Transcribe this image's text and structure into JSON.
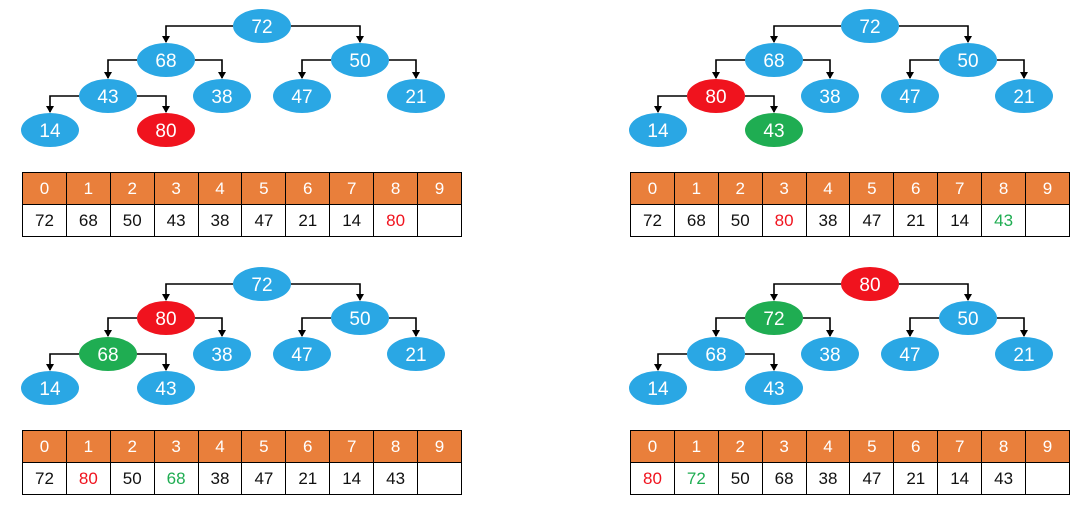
{
  "colors": {
    "node_default": "#2aa7e4",
    "node_moved": "#f0131e",
    "node_swapped": "#1fad52",
    "index_header": "#e97f3b",
    "text_default": "#111111",
    "text_moved": "#f0131e",
    "text_swapped": "#1fad52"
  },
  "panels": [
    {
      "tree": [
        {
          "label": "72",
          "state": "default"
        },
        {
          "label": "68",
          "state": "default"
        },
        {
          "label": "50",
          "state": "default"
        },
        {
          "label": "43",
          "state": "default"
        },
        {
          "label": "38",
          "state": "default"
        },
        {
          "label": "47",
          "state": "default"
        },
        {
          "label": "21",
          "state": "default"
        },
        {
          "label": "14",
          "state": "default"
        },
        {
          "label": "80",
          "state": "moved"
        }
      ],
      "array": {
        "indices": [
          "0",
          "1",
          "2",
          "3",
          "4",
          "5",
          "6",
          "7",
          "8",
          "9"
        ],
        "values": [
          "72",
          "68",
          "50",
          "43",
          "38",
          "47",
          "21",
          "14",
          "80",
          ""
        ],
        "states": [
          "default",
          "default",
          "default",
          "default",
          "default",
          "default",
          "default",
          "default",
          "moved",
          "default"
        ]
      }
    },
    {
      "tree": [
        {
          "label": "72",
          "state": "default"
        },
        {
          "label": "68",
          "state": "default"
        },
        {
          "label": "50",
          "state": "default"
        },
        {
          "label": "80",
          "state": "moved"
        },
        {
          "label": "38",
          "state": "default"
        },
        {
          "label": "47",
          "state": "default"
        },
        {
          "label": "21",
          "state": "default"
        },
        {
          "label": "14",
          "state": "default"
        },
        {
          "label": "43",
          "state": "swapped"
        }
      ],
      "array": {
        "indices": [
          "0",
          "1",
          "2",
          "3",
          "4",
          "5",
          "6",
          "7",
          "8",
          "9"
        ],
        "values": [
          "72",
          "68",
          "50",
          "80",
          "38",
          "47",
          "21",
          "14",
          "43",
          ""
        ],
        "states": [
          "default",
          "default",
          "default",
          "moved",
          "default",
          "default",
          "default",
          "default",
          "swapped",
          "default"
        ]
      }
    },
    {
      "tree": [
        {
          "label": "72",
          "state": "default"
        },
        {
          "label": "80",
          "state": "moved"
        },
        {
          "label": "50",
          "state": "default"
        },
        {
          "label": "68",
          "state": "swapped"
        },
        {
          "label": "38",
          "state": "default"
        },
        {
          "label": "47",
          "state": "default"
        },
        {
          "label": "21",
          "state": "default"
        },
        {
          "label": "14",
          "state": "default"
        },
        {
          "label": "43",
          "state": "default"
        }
      ],
      "array": {
        "indices": [
          "0",
          "1",
          "2",
          "3",
          "4",
          "5",
          "6",
          "7",
          "8",
          "9"
        ],
        "values": [
          "72",
          "80",
          "50",
          "68",
          "38",
          "47",
          "21",
          "14",
          "43",
          ""
        ],
        "states": [
          "default",
          "moved",
          "default",
          "swapped",
          "default",
          "default",
          "default",
          "default",
          "default",
          "default"
        ]
      }
    },
    {
      "tree": [
        {
          "label": "80",
          "state": "moved"
        },
        {
          "label": "72",
          "state": "swapped"
        },
        {
          "label": "50",
          "state": "default"
        },
        {
          "label": "68",
          "state": "default"
        },
        {
          "label": "38",
          "state": "default"
        },
        {
          "label": "47",
          "state": "default"
        },
        {
          "label": "21",
          "state": "default"
        },
        {
          "label": "14",
          "state": "default"
        },
        {
          "label": "43",
          "state": "default"
        }
      ],
      "array": {
        "indices": [
          "0",
          "1",
          "2",
          "3",
          "4",
          "5",
          "6",
          "7",
          "8",
          "9"
        ],
        "values": [
          "80",
          "72",
          "50",
          "68",
          "38",
          "47",
          "21",
          "14",
          "43",
          ""
        ],
        "states": [
          "moved",
          "swapped",
          "default",
          "default",
          "default",
          "default",
          "default",
          "default",
          "default",
          "default"
        ]
      }
    }
  ]
}
